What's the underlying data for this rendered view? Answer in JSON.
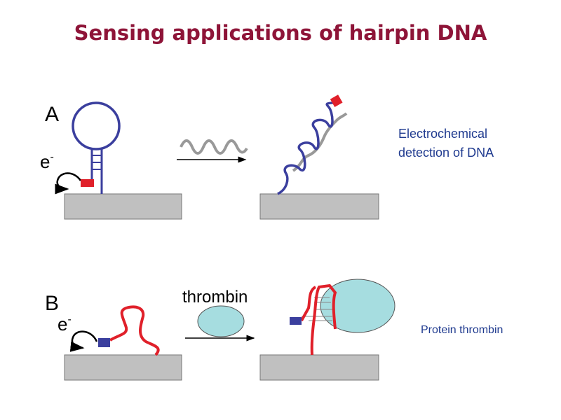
{
  "title": "Sensing applications of hairpin DNA",
  "panel_a": {
    "letter": "A",
    "electron": "e",
    "electron_sup": "-",
    "caption_line1": "Electrochemical",
    "caption_line2": "detection of DNA"
  },
  "panel_b": {
    "letter": "B",
    "electron": "e",
    "electron_sup": "-",
    "reagent": "thrombin",
    "caption": "Protein thrombin"
  },
  "colors": {
    "title": "#8e1438",
    "dna_blue": "#3b3f9e",
    "dna_red": "#e0202a",
    "surface": "#c0c0c0",
    "protein": "#a6dde0"
  }
}
